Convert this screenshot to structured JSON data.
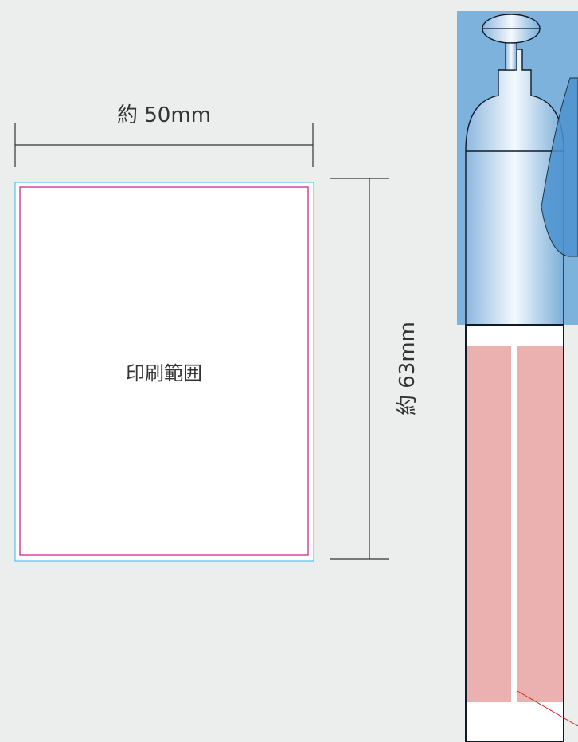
{
  "dimensions": {
    "width_label": "約 50mm",
    "height_label": "約 63mm"
  },
  "print_area": {
    "label": "印刷範囲"
  },
  "colors": {
    "background": "#eceeee",
    "bleed_line": "#4fc3e8",
    "trim_line": "#d2389a",
    "label_fill": "#eab1b0",
    "cap_blue": "#6aa7d8",
    "dimension_line": "#333333"
  },
  "illustration": {
    "object": "bottle-with-wrap-label"
  }
}
